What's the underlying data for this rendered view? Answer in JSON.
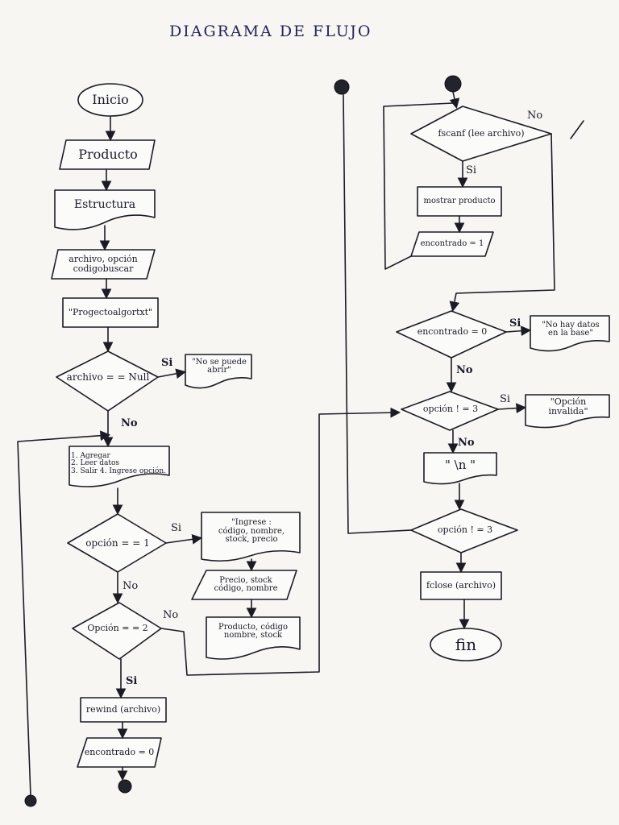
{
  "title": "DIAGRAMA DE FLUJO",
  "nodes": {
    "inicio": "Inicio",
    "producto": "Producto",
    "estructura": "Estructura",
    "variables": "archivo, opción\ncodigobuscar",
    "filename": "\"Progectoalgortxt\"",
    "archivo_null": "archivo = = Null",
    "no_abrir": "\"No se puede\nabrir\"",
    "menu": "1. Agregar\n2. Leer datos\n3. Salir   4. Ingrese opción.",
    "opcion1": "opción = = 1",
    "ingrese": "\"Ingrese :\ncódigo, nombre,\nstock, precio",
    "leer_campos": "Precio, stock\ncódigo, nombre",
    "guardar": "Producto, código\nnombre, stock",
    "opcion2": "Opción = = 2",
    "rewind": "rewind (archivo)",
    "encontrado0_a": "encontrado = 0",
    "fscanf": "fscanf (lee archivo)",
    "mostrar": "mostrar producto",
    "encontrado1": "encontrado = 1",
    "encontrado0_check": "encontrado = 0",
    "no_datos": "\"No hay datos\nen la base\"",
    "opcion_ne3_a": "opción ! = 3",
    "invalida": "\"Opción\ninvalida\"",
    "newline": "\" \\n \"",
    "opcion_ne3_b": "opción ! = 3",
    "fclose": "fclose (archivo)",
    "fin": "fin"
  },
  "labels": {
    "si_null": "Si",
    "no_null": "No",
    "si_op1": "Si",
    "no_op1": "No",
    "no_op2": "No",
    "si_op2": "Si",
    "no_fscanf": "No",
    "si_fscanf": "Si",
    "si_enc": "Si",
    "no_enc": "No",
    "si_inv": "Si",
    "no_inv": "No"
  },
  "colors": {
    "ink": "#1b1b24",
    "title_ink": "#22265a",
    "paper": "#f7f6f3"
  }
}
